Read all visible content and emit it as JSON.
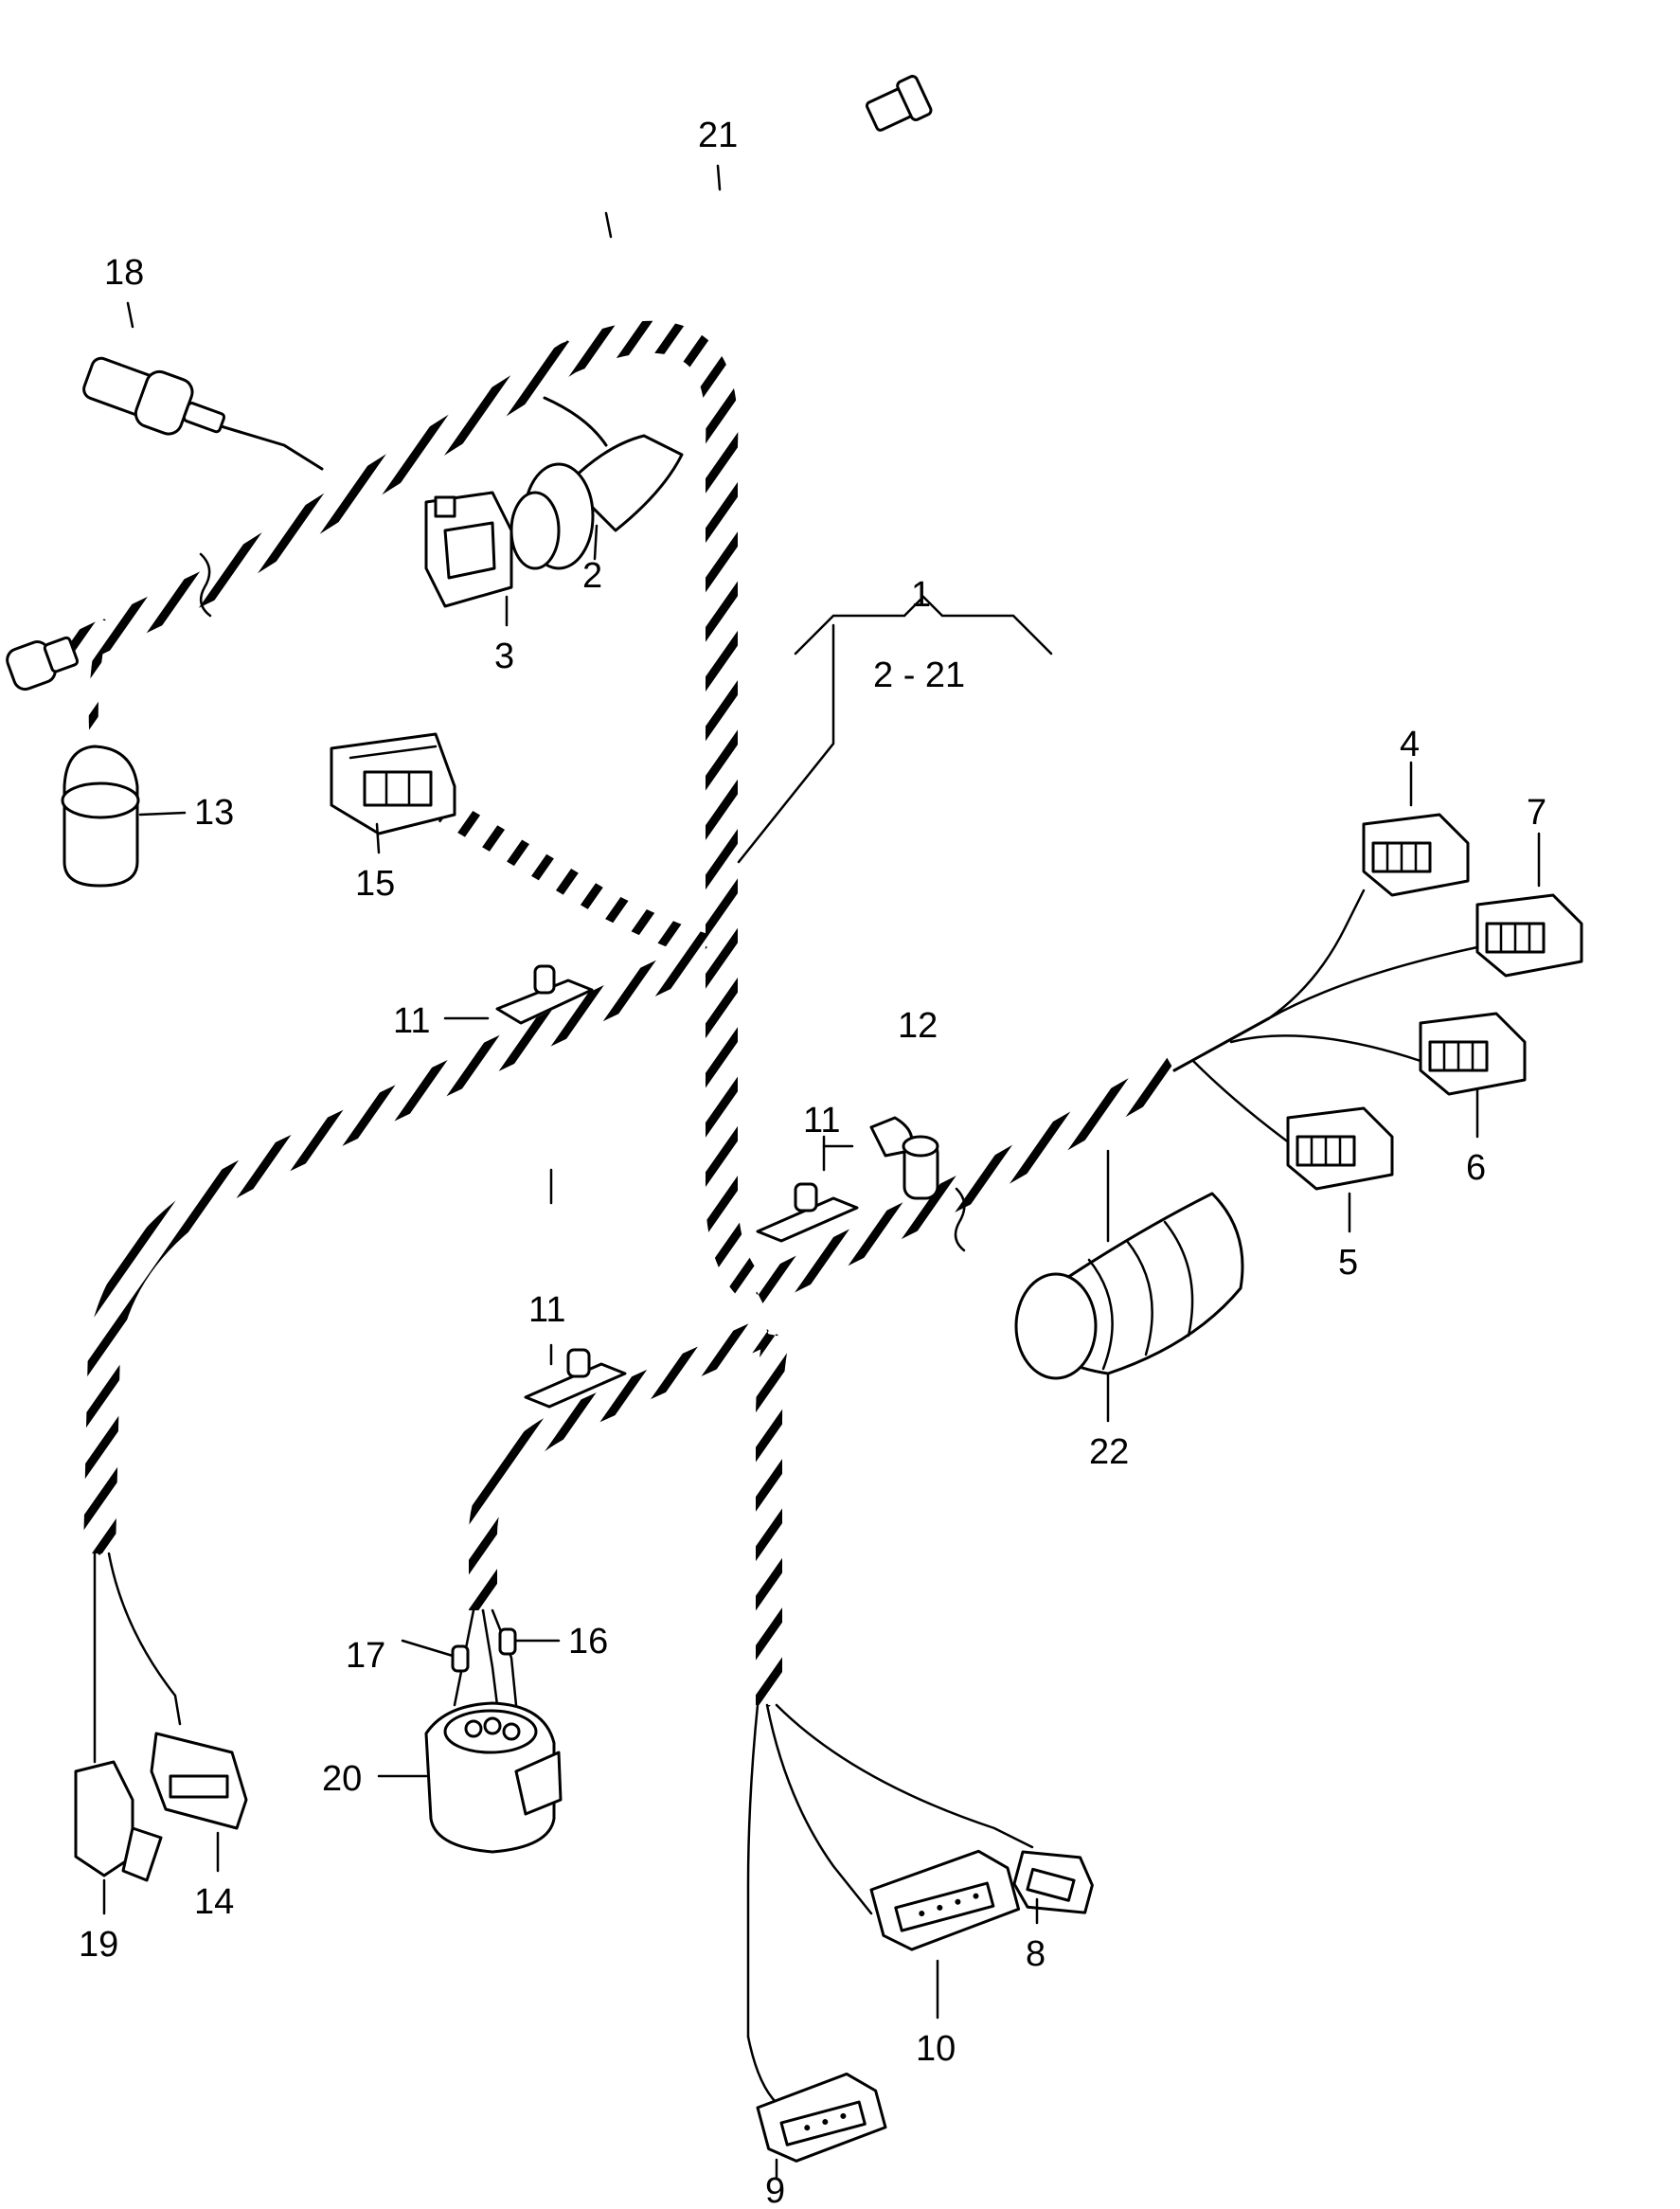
{
  "callouts": {
    "c1": "1",
    "c1_range": "2 - 21",
    "c2": "2",
    "c3": "3",
    "c4": "4",
    "c5": "5",
    "c6": "6",
    "c7": "7",
    "c8": "8",
    "c9": "9",
    "c10": "10",
    "c11a": "11",
    "c11b": "11",
    "c11c": "11",
    "c12": "12",
    "c13": "13",
    "c14": "14",
    "c15": "15",
    "c16": "16",
    "c17": "17",
    "c18": "18",
    "c19": "19",
    "c20": "20",
    "c21": "21",
    "c22": "22"
  },
  "colors": {
    "line": "#000000",
    "background": "#ffffff"
  }
}
